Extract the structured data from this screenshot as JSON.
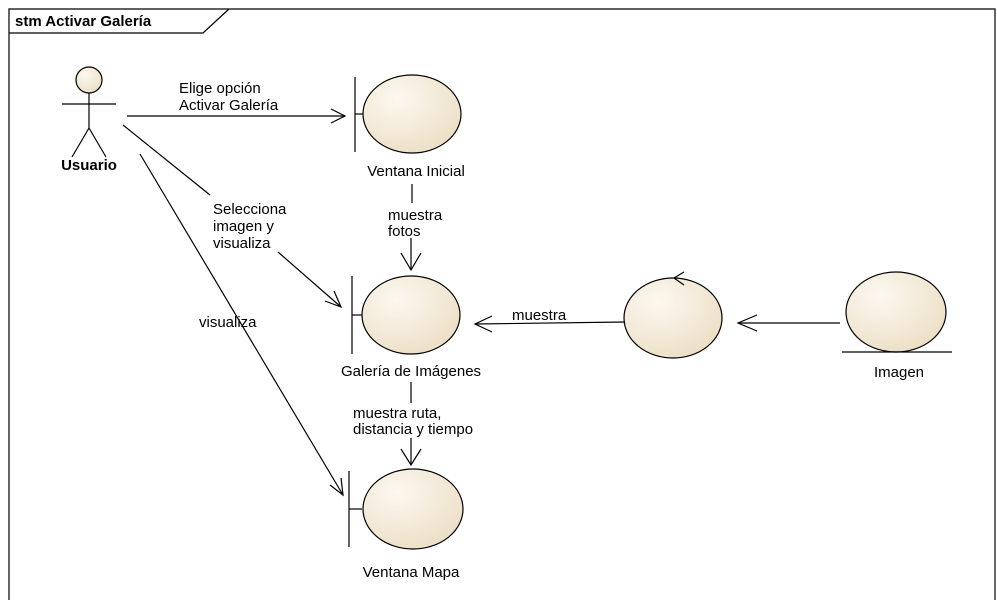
{
  "frame": {
    "title": "stm Activar Galería"
  },
  "colors": {
    "element_fill": "#f2e8d5",
    "element_fill_light": "#fcf8f0",
    "stroke": "#000000"
  },
  "actor": {
    "name": "Usuario"
  },
  "elements": {
    "ventana_inicial": {
      "label": "Ventana Inicial",
      "kind": "boundary"
    },
    "galeria": {
      "label": "Galería de Imágenes",
      "kind": "boundary"
    },
    "ventana_mapa": {
      "label": "Ventana Mapa",
      "kind": "boundary"
    },
    "control": {
      "label": "",
      "kind": "control"
    },
    "imagen": {
      "label": "Imagen",
      "kind": "entity"
    }
  },
  "messages": {
    "m1": {
      "line1": "Elige opción",
      "line2": "Activar Galería"
    },
    "m2": {
      "line1": "Selecciona",
      "line2": "imagen y",
      "line3": "visualiza"
    },
    "m3": {
      "line1": "visualiza"
    },
    "m4": {
      "line1": "muestra",
      "line2": "fotos"
    },
    "m5": {
      "line1": "muestra"
    },
    "m6": {
      "line1": "muestra ruta,",
      "line2": "distancia y tiempo"
    }
  }
}
